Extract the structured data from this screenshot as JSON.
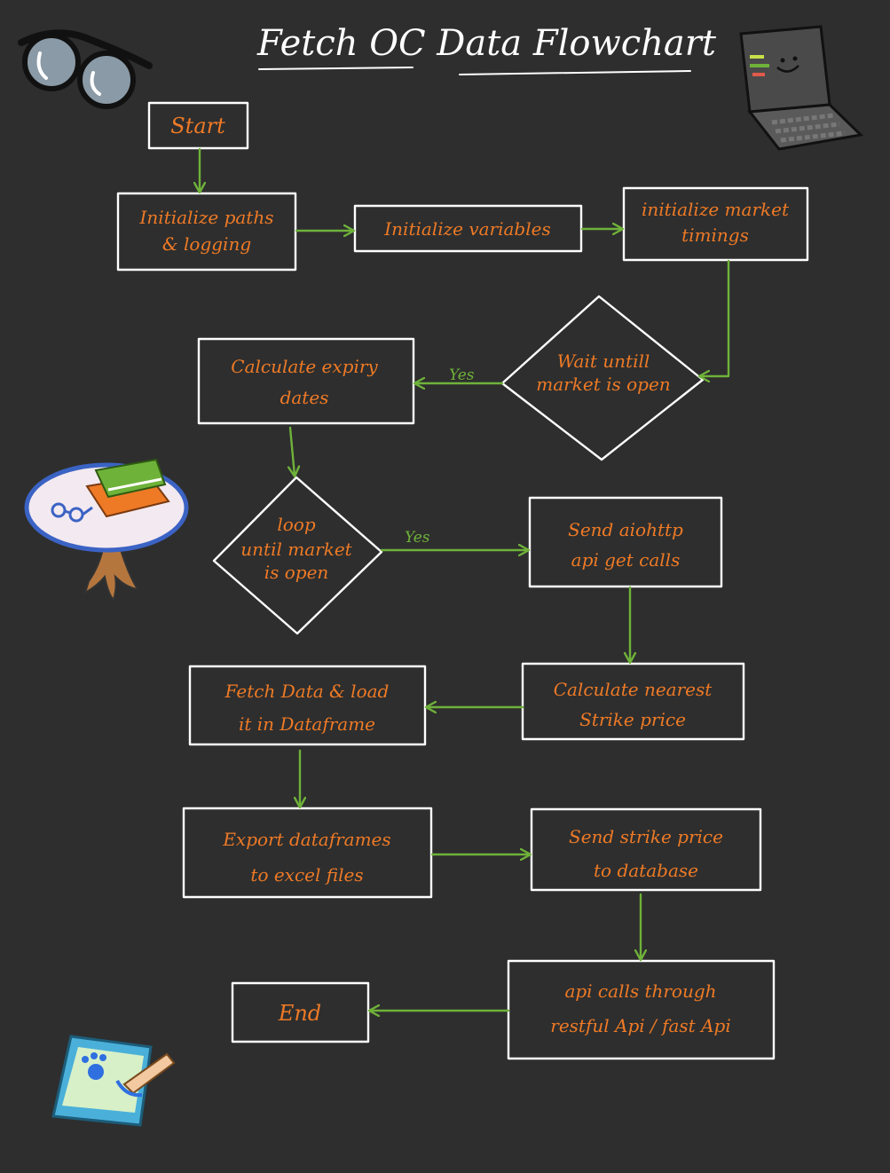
{
  "title": "Fetch OC Data Flowchart",
  "nodes": {
    "start": "Start",
    "init_paths": [
      "Initialize paths",
      "& logging"
    ],
    "init_vars": "Initialize variables",
    "init_market": [
      "initialize market",
      "timings"
    ],
    "wait_market": [
      "Wait untill",
      "market is open"
    ],
    "calc_expiry": [
      "Calculate expiry",
      "dates"
    ],
    "loop_market": [
      "loop",
      "until market",
      "is open"
    ],
    "send_api": [
      "Send aiohttp",
      "api get calls"
    ],
    "calc_strike": [
      "Calculate nearest",
      "Strike price"
    ],
    "fetch_data": [
      "Fetch Data & load",
      "it in Dataframe"
    ],
    "export": [
      "Export dataframes",
      "to excel files"
    ],
    "send_strike": [
      "Send strike price",
      "to database"
    ],
    "api_calls": [
      "api calls through",
      "restful Api / fast Api"
    ],
    "end": "End"
  },
  "edge_labels": {
    "yes1": "Yes",
    "yes2": "Yes"
  },
  "colors": {
    "background": "#2e2e2e",
    "box_stroke": "#ffffff",
    "arrow": "#6fb23a",
    "label_text": "#ee7a26"
  },
  "decorations": [
    "glasses-icon",
    "laptop-icon",
    "table-with-books-icon",
    "tablet-icon"
  ]
}
